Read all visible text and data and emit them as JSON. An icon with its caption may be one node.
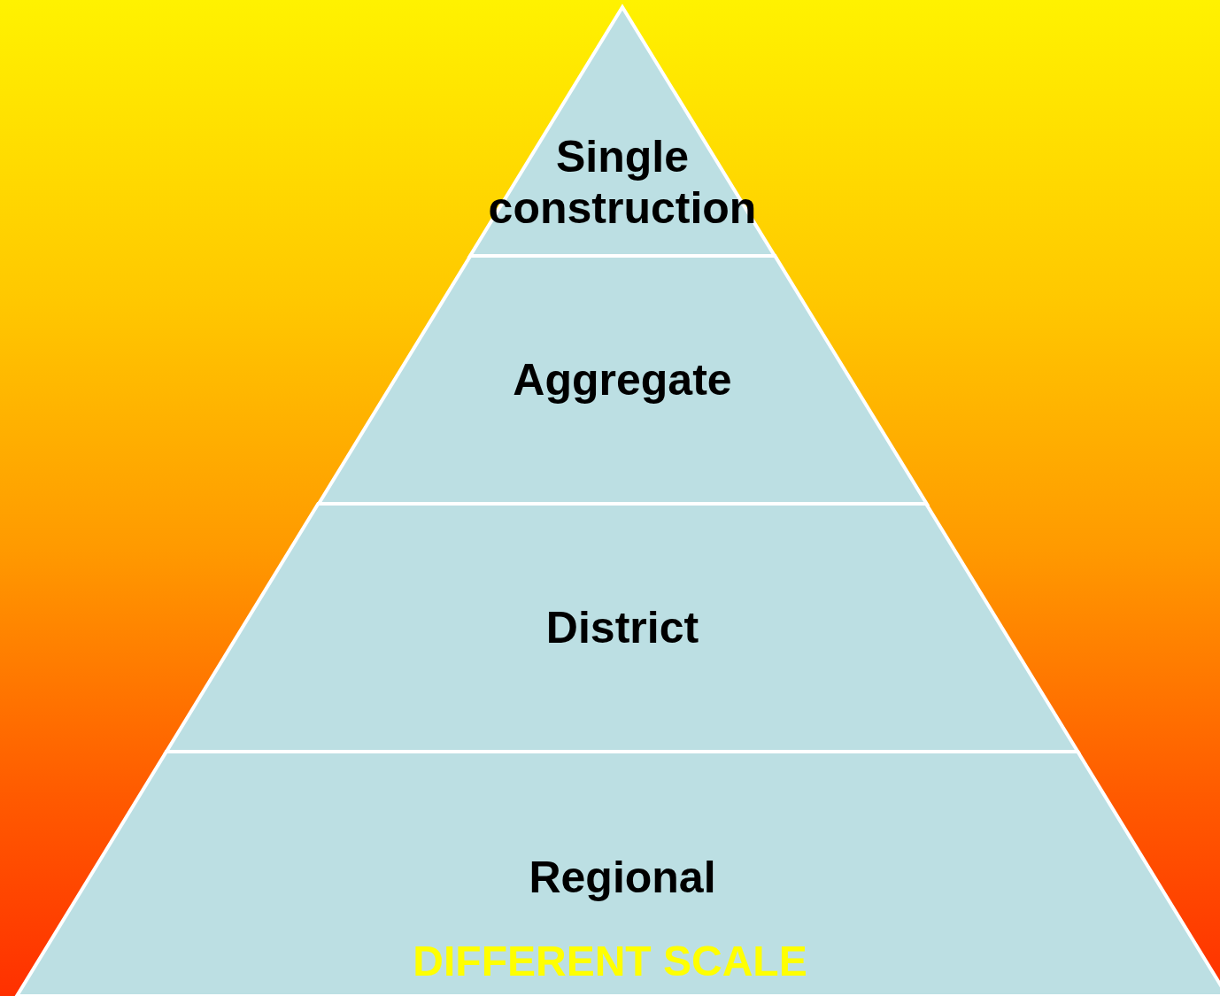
{
  "diagram": {
    "nodes": [
      {
        "text": [
          "Single construction"
        ]
      },
      {
        "text": [
          "Aggregate"
        ]
      },
      {
        "text": [
          "District"
        ]
      },
      {
        "text": [
          "Regional"
        ]
      }
    ],
    "labels": [
      "DIFFERENT SCALE"
    ]
  }
}
